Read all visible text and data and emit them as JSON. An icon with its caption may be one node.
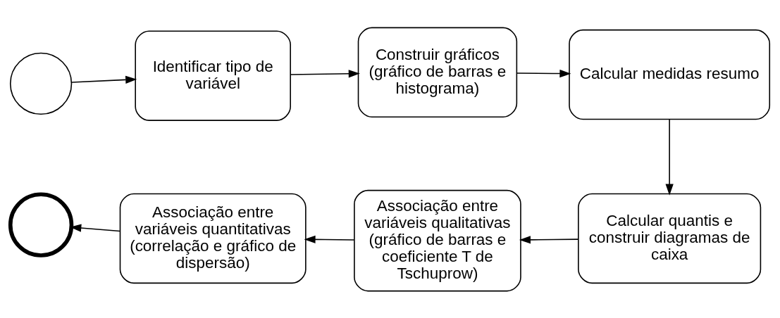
{
  "diagram": {
    "nodes": [
      {
        "text": [],
        "shape": "circle"
      },
      {
        "text": [
          "Identificar tipo de variável"
        ]
      },
      {
        "text": [
          "Construir gráficos (gráfico de barras e histograma)"
        ]
      },
      {
        "text": [
          "Calcular medidas resumo"
        ]
      },
      {
        "text": [
          "Calcular quantis e construir diagramas de caixa"
        ]
      },
      {
        "text": [
          "Associação entre variáveis qualitativas (gráfico de barras e coeficiente T de Tschuprow)"
        ]
      },
      {
        "text": [
          "Associação entre variáveis quantitativas (correlação e gráfico de dispersão)"
        ]
      },
      {
        "text": [],
        "shape": "circle"
      }
    ],
    "edges": [
      {
        "from": 0,
        "to": 1,
        "arrow": "to"
      },
      {
        "from": 1,
        "to": 2,
        "arrow": "to"
      },
      {
        "from": 2,
        "to": 3,
        "arrow": "to"
      },
      {
        "from": 3,
        "to": 4,
        "arrow": "to"
      },
      {
        "from": 4,
        "to": 5,
        "arrow": "to"
      },
      {
        "from": 5,
        "to": 6,
        "arrow": "to"
      },
      {
        "from": 6,
        "to": 7,
        "arrow": "to"
      }
    ]
  }
}
